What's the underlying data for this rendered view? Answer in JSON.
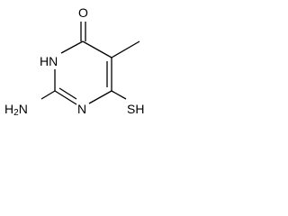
{
  "structure": {
    "atoms": {
      "carbonyl_oxygen": "O",
      "ring_nh": "HN",
      "ring_n": "N",
      "amino_group": "H2N",
      "thiol_group": "SH"
    },
    "colors": {
      "bond": "#000000",
      "text": "#000000",
      "background": "#ffffff"
    }
  }
}
